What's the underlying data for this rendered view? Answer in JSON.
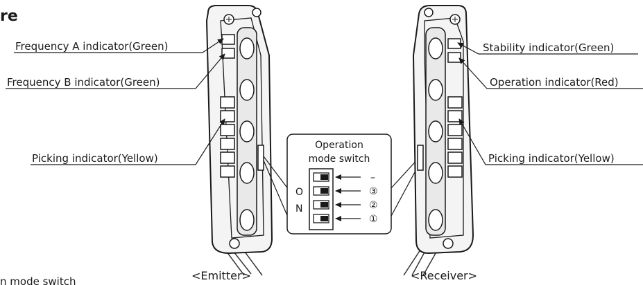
{
  "heading": "re",
  "footer_fragment": "n mode switch",
  "emitter": {
    "caption": "<Emitter>",
    "frequency_a": "Frequency A indicator(Green)",
    "frequency_b": "Frequency B indicator(Green)",
    "picking": "Picking indicator(Yellow)"
  },
  "receiver": {
    "caption": "<Receiver>",
    "stability": "Stability indicator(Green)",
    "operation": "Operation indicator(Red)",
    "picking": "Picking indicator(Yellow)"
  },
  "switch_box": {
    "title_line1": "Operation",
    "title_line2": "mode switch",
    "on_o": "O",
    "on_n": "N",
    "pins": [
      "–",
      "③",
      "②",
      "①"
    ]
  }
}
